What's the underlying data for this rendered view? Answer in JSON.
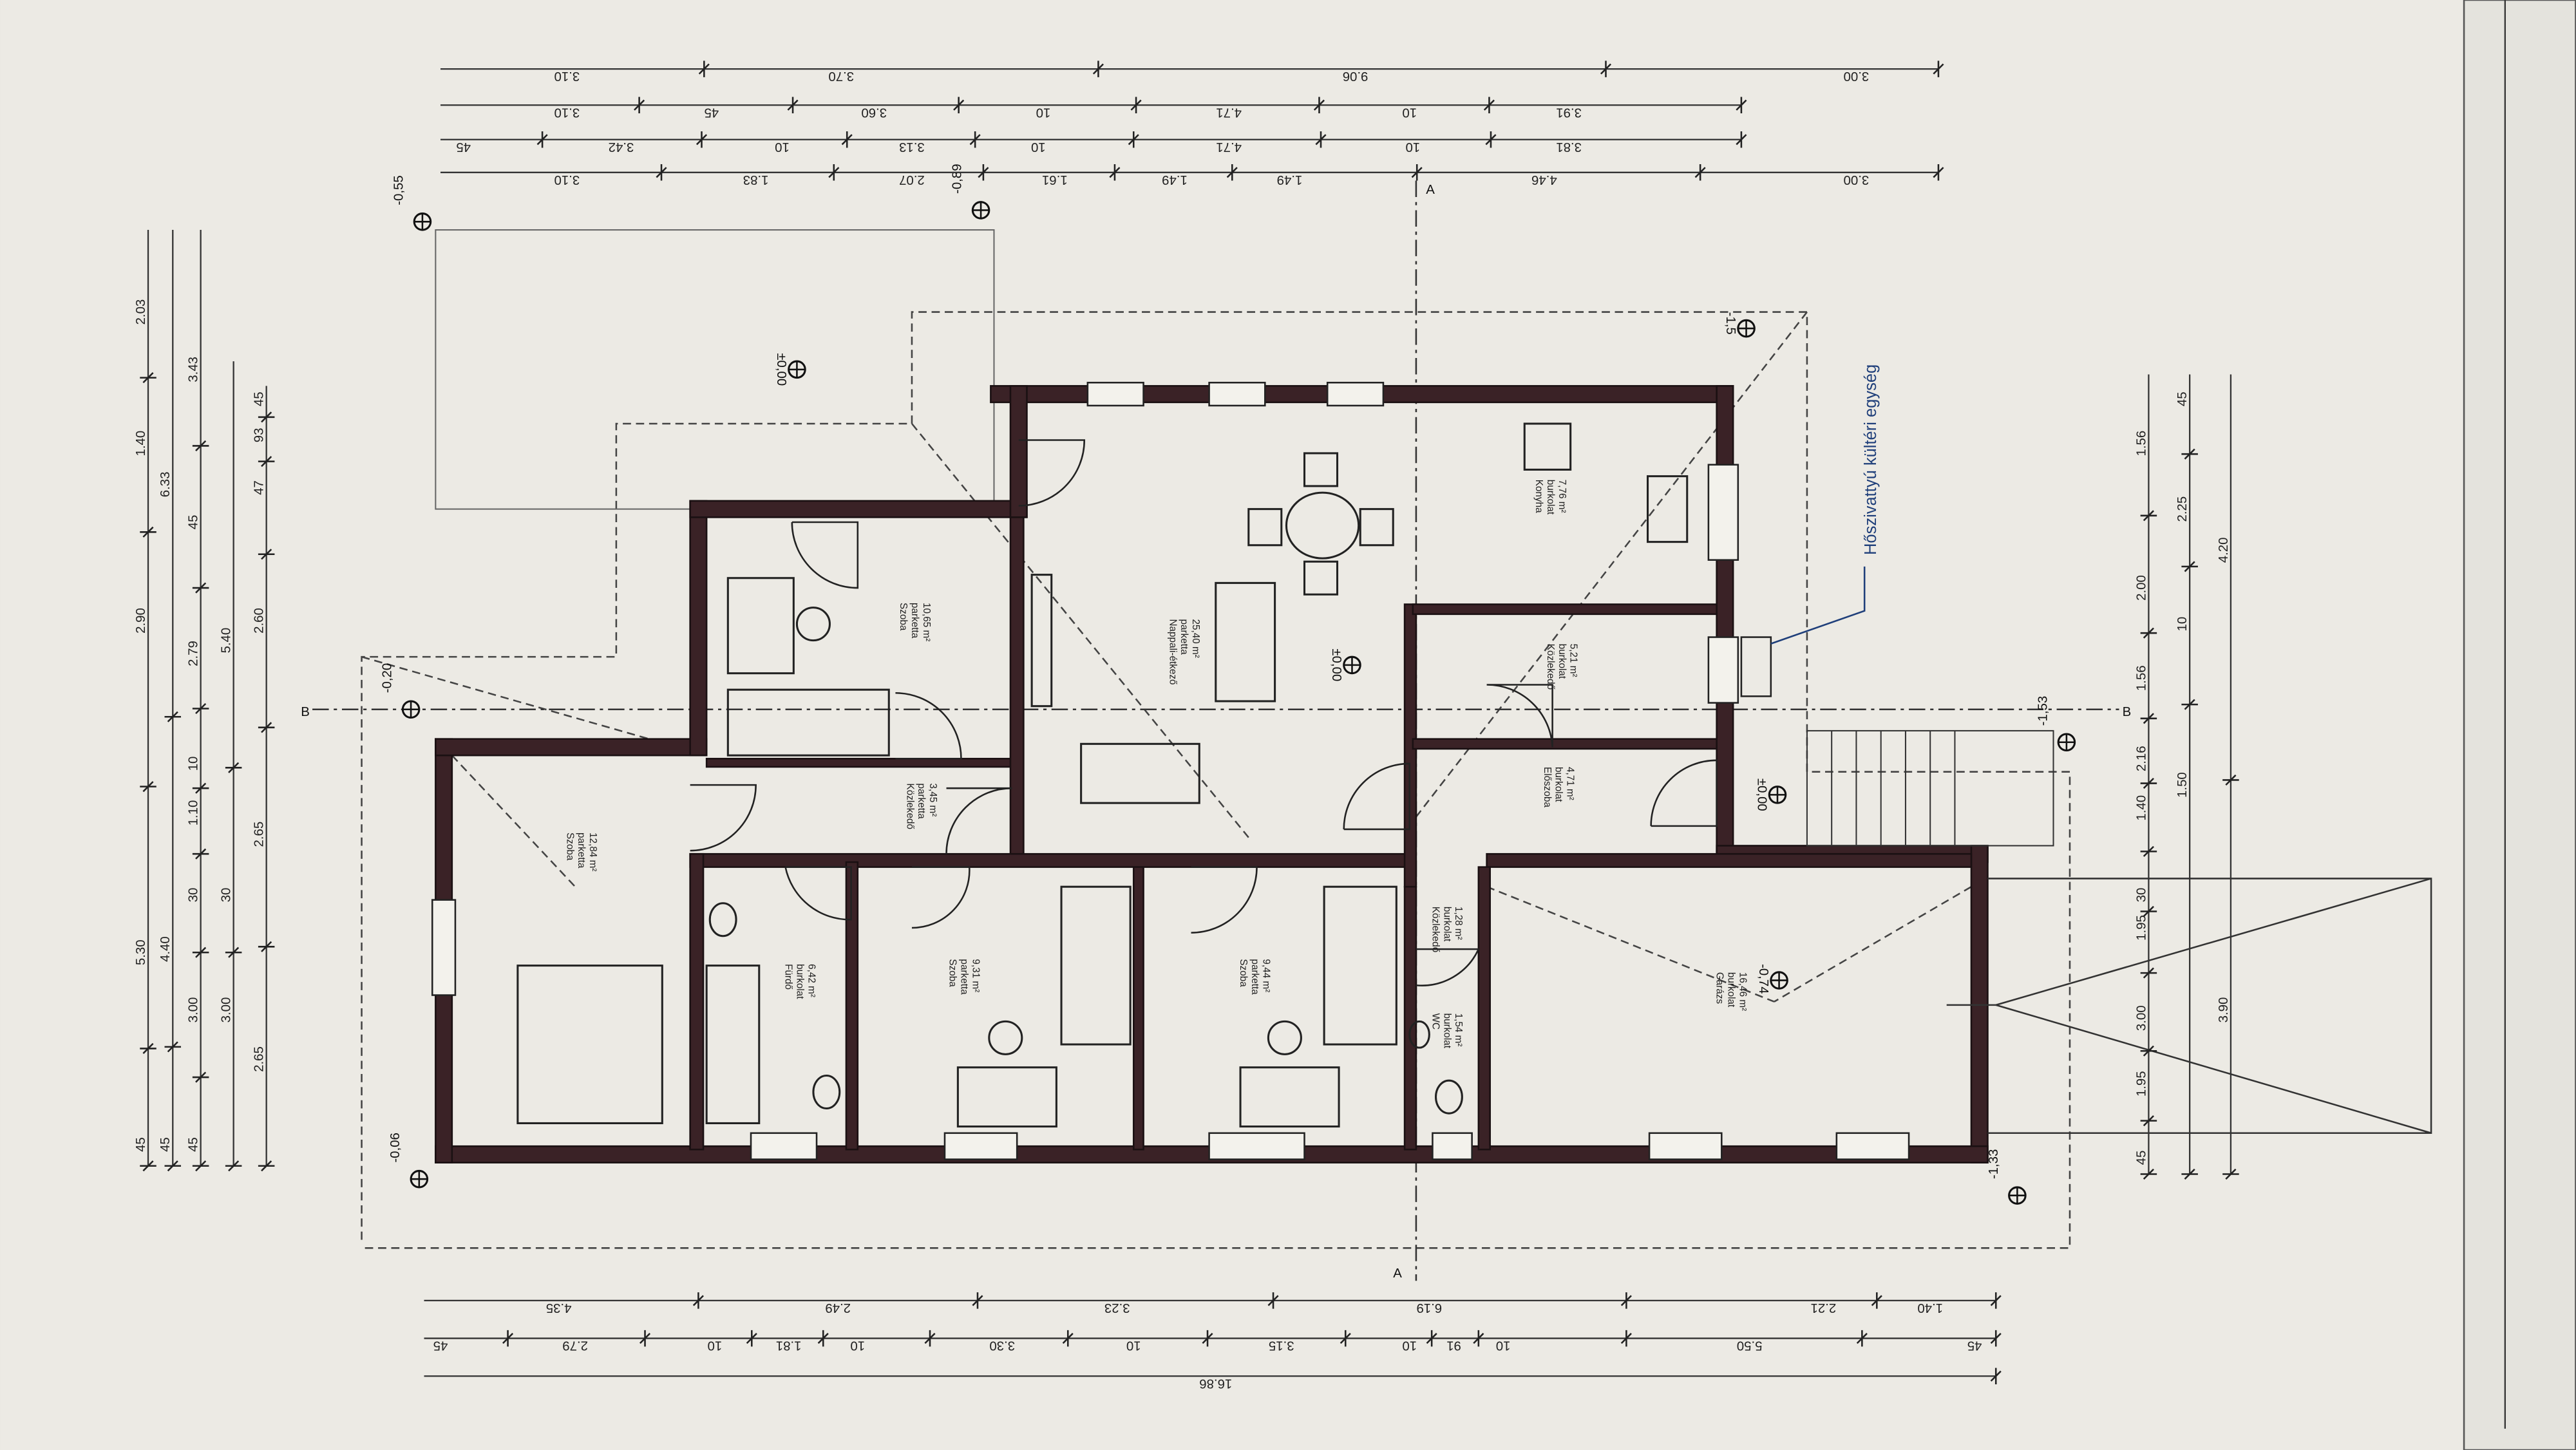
{
  "drawing": {
    "annotation": "Hőszivattyú kültéri egység",
    "section_label": "A",
    "axis_label": "B",
    "accent_color": "#1f3f7a",
    "wall_color": "#3a2226",
    "rooms": [
      {
        "name": "Nappali-étkező",
        "floor": "parketta",
        "area": "25,40 m²"
      },
      {
        "name": "Konyha",
        "floor": "burkolat",
        "area": "7,76 m²"
      },
      {
        "name": "Közlekedő",
        "floor": "burkolat",
        "area": "5,21 m²"
      },
      {
        "name": "Előszoba",
        "floor": "burkolat",
        "area": "4,71 m²"
      },
      {
        "name": "Szoba",
        "floor": "parketta",
        "area": "10,65 m²"
      },
      {
        "name": "Közlekedő",
        "floor": "parketta",
        "area": "3,45 m²"
      },
      {
        "name": "Szoba",
        "floor": "parketta",
        "area": "12,84 m²"
      },
      {
        "name": "Fürdő",
        "floor": "burkolat",
        "area": "6,42 m²"
      },
      {
        "name": "Szoba",
        "floor": "parketta",
        "area": "9,31 m²"
      },
      {
        "name": "Szoba",
        "floor": "parketta",
        "area": "9,44 m²"
      },
      {
        "name": "Közlekedő",
        "floor": "burkolat",
        "area": "1,28 m²"
      },
      {
        "name": "WC",
        "floor": "burkolat",
        "area": "1,54 m²"
      },
      {
        "name": "Garázs",
        "floor": "burkolat",
        "area": "16,46 m²"
      }
    ],
    "levels": [
      "±0,00",
      "±0,00",
      "±0,00",
      "-0,55",
      "-0,89",
      "-0,20",
      "-0,06",
      "-1,53",
      "-1,33",
      "-1,5",
      "-0,74"
    ],
    "dimensions": {
      "top1": [
        "3.10",
        "3.70",
        "9.06",
        "3.00"
      ],
      "top2": [
        "3.10",
        "45",
        "3.60",
        "10",
        "4.71",
        "10",
        "3.91"
      ],
      "top3": [
        "45",
        "3.42",
        "10",
        "3.13",
        "10",
        "4.71",
        "10",
        "3.81"
      ],
      "top4": [
        "3.10",
        "1.83",
        "2.07",
        "1.61",
        "1.49",
        "1.49",
        "4.46",
        "3.00"
      ],
      "bottom1": [
        "4.35",
        "2.49",
        "3.23",
        "6.19",
        "2.21",
        "1.40"
      ],
      "bottom2": [
        "45",
        "2.79",
        "10",
        "1.81",
        "10",
        "3.30",
        "10",
        "3.15",
        "10",
        "91",
        "10",
        "5.50",
        "45"
      ],
      "bottom3": [
        "16.86"
      ],
      "left1": [
        "2.03",
        "1.40",
        "2.90",
        "5.30",
        "45"
      ],
      "left2": [
        "6.33",
        "4.40",
        "45"
      ],
      "left3": [
        "3.43",
        "45",
        "2.79",
        "10",
        "1.10",
        "30",
        "3.00",
        "45"
      ],
      "left4": [
        "5.40",
        "30",
        "3.00"
      ],
      "left5": [
        "45",
        "93",
        "47",
        "2.60",
        "2.65",
        "2.65"
      ],
      "right1": [
        "1.56",
        "2.00",
        "1.56",
        "2.16",
        "1.40",
        "30",
        "1.95",
        "3.00",
        "1.95",
        "45"
      ],
      "right2": [
        "45",
        "2.25",
        "10",
        "1.50"
      ],
      "right3": [
        "4.20",
        "3.90"
      ]
    }
  }
}
